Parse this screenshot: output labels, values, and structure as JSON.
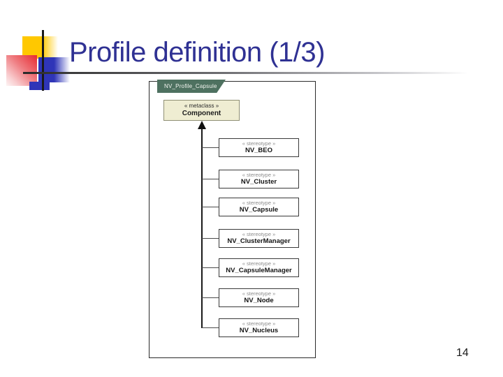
{
  "slide": {
    "title": "Profile definition (1/3)",
    "page_number": "14"
  },
  "colors": {
    "title_navy": "#2F3193",
    "package_tab_green": "#4E7160",
    "metaclass_fill": "#EFEDD2",
    "accent_yellow": "#FFC800",
    "accent_red": "#E62A30",
    "accent_blue": "#2F35B8"
  },
  "diagram": {
    "package_name": "NV_Profile_Capsule",
    "metaclass": {
      "keyword": "« metaclass »",
      "name": "Component"
    },
    "stereotypes": [
      {
        "keyword": "« stereotype »",
        "name": "NV_BEO"
      },
      {
        "keyword": "« stereotype »",
        "name": "NV_Cluster"
      },
      {
        "keyword": "« stereotype »",
        "name": "NV_Capsule"
      },
      {
        "keyword": "« stereotype »",
        "name": "NV_ClusterManager"
      },
      {
        "keyword": "« stereotype »",
        "name": "NV_CapsuleManager"
      },
      {
        "keyword": "« stereotype »",
        "name": "NV_Node"
      },
      {
        "keyword": "« stereotype »",
        "name": "NV_Nucleus"
      }
    ]
  }
}
